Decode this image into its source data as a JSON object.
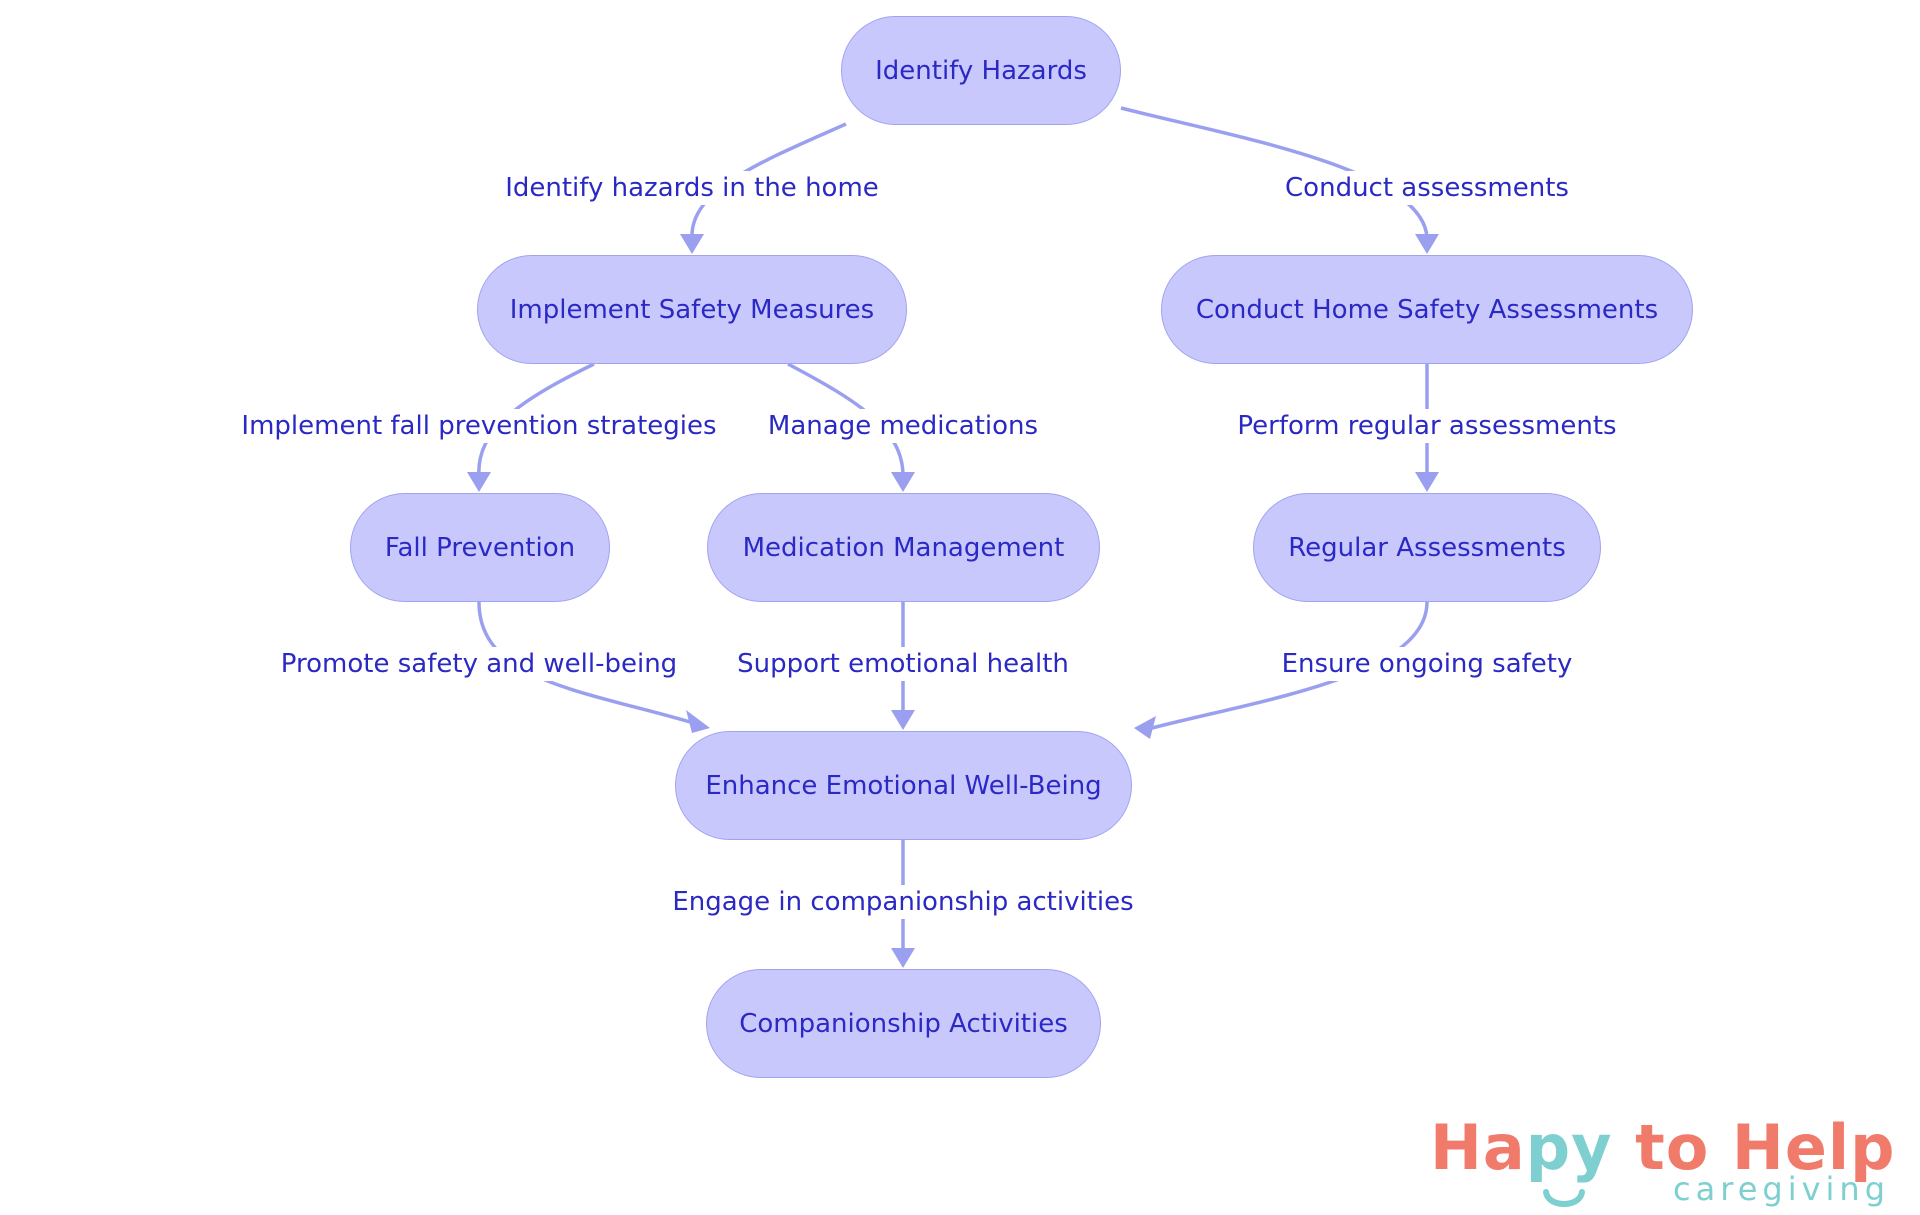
{
  "nodes": {
    "identify_hazards": "Identify Hazards",
    "implement_safety": "Implement Safety Measures",
    "conduct_home_safety": "Conduct Home Safety Assessments",
    "fall_prevention": "Fall Prevention",
    "medication_management": "Medication Management",
    "regular_assessments": "Regular Assessments",
    "enhance_wellbeing": "Enhance Emotional Well-Being",
    "companionship": "Companionship Activities"
  },
  "edges": {
    "identify_to_implement": "Identify hazards in the home",
    "identify_to_conduct": "Conduct assessments",
    "implement_to_fall": "Implement fall prevention strategies",
    "implement_to_medication": "Manage medications",
    "conduct_to_regular": "Perform regular assessments",
    "fall_to_enhance": "Promote safety and well-being",
    "medication_to_enhance": "Support emotional health",
    "regular_to_enhance": "Ensure ongoing safety",
    "enhance_to_companionship": "Engage in companionship activities"
  },
  "logo": {
    "name_part1": "Ha",
    "name_part2": "py",
    "name_part3": " to Help",
    "tagline": "caregiving"
  },
  "colors": {
    "node_fill": "#c8c8fd",
    "node_border": "#a0a3ef",
    "text": "#2b29c4",
    "edge": "#9aa0ef",
    "logo_coral": "#f07b6b",
    "logo_teal": "#7ecfcf"
  }
}
